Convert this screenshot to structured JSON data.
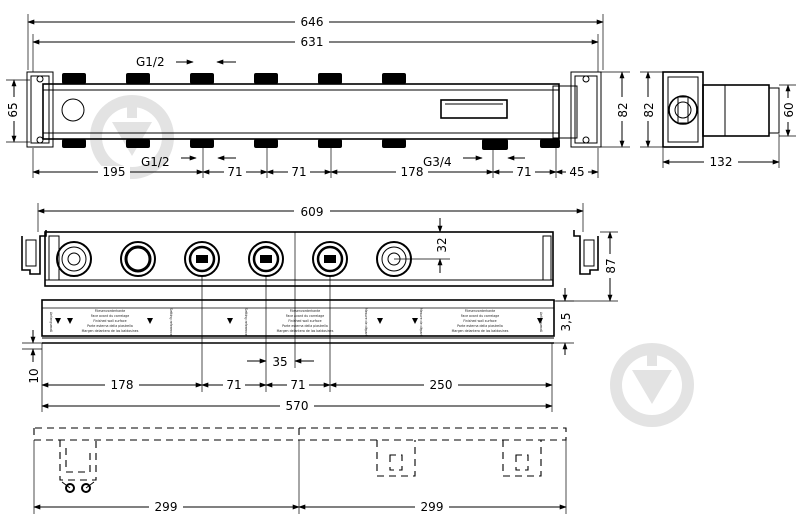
{
  "top_view": {
    "overall_width": "646",
    "inner_width": "631",
    "left_height": "65",
    "right_height": "82",
    "thread_top": "G1/2",
    "thread_bottom": "G1/2",
    "thread_right": "G3/4",
    "spacing": [
      "195",
      "71",
      "71",
      "178",
      "71",
      "45"
    ]
  },
  "side_view": {
    "height_left": "82",
    "height_right": "60",
    "depth": "132"
  },
  "front_view": {
    "width": "609",
    "port_offset": "32",
    "height": "87",
    "strip_height": "3,5",
    "gap": "35",
    "base_offset": "10",
    "spacing": [
      "178",
      "71",
      "71",
      "250"
    ],
    "base_width": "570"
  },
  "bottom_view": {
    "half_widths": [
      "299",
      "299"
    ]
  },
  "label_strip": {
    "lines": [
      "Fliesenvorderkante",
      "Face avant du carrelage",
      "Finished wall surface",
      "Parte esterna della piastrella",
      "Margen delantero de los baldosines"
    ],
    "side_text": [
      "Anfangsmaß",
      "Setting reference",
      "Mesure de départ"
    ]
  }
}
